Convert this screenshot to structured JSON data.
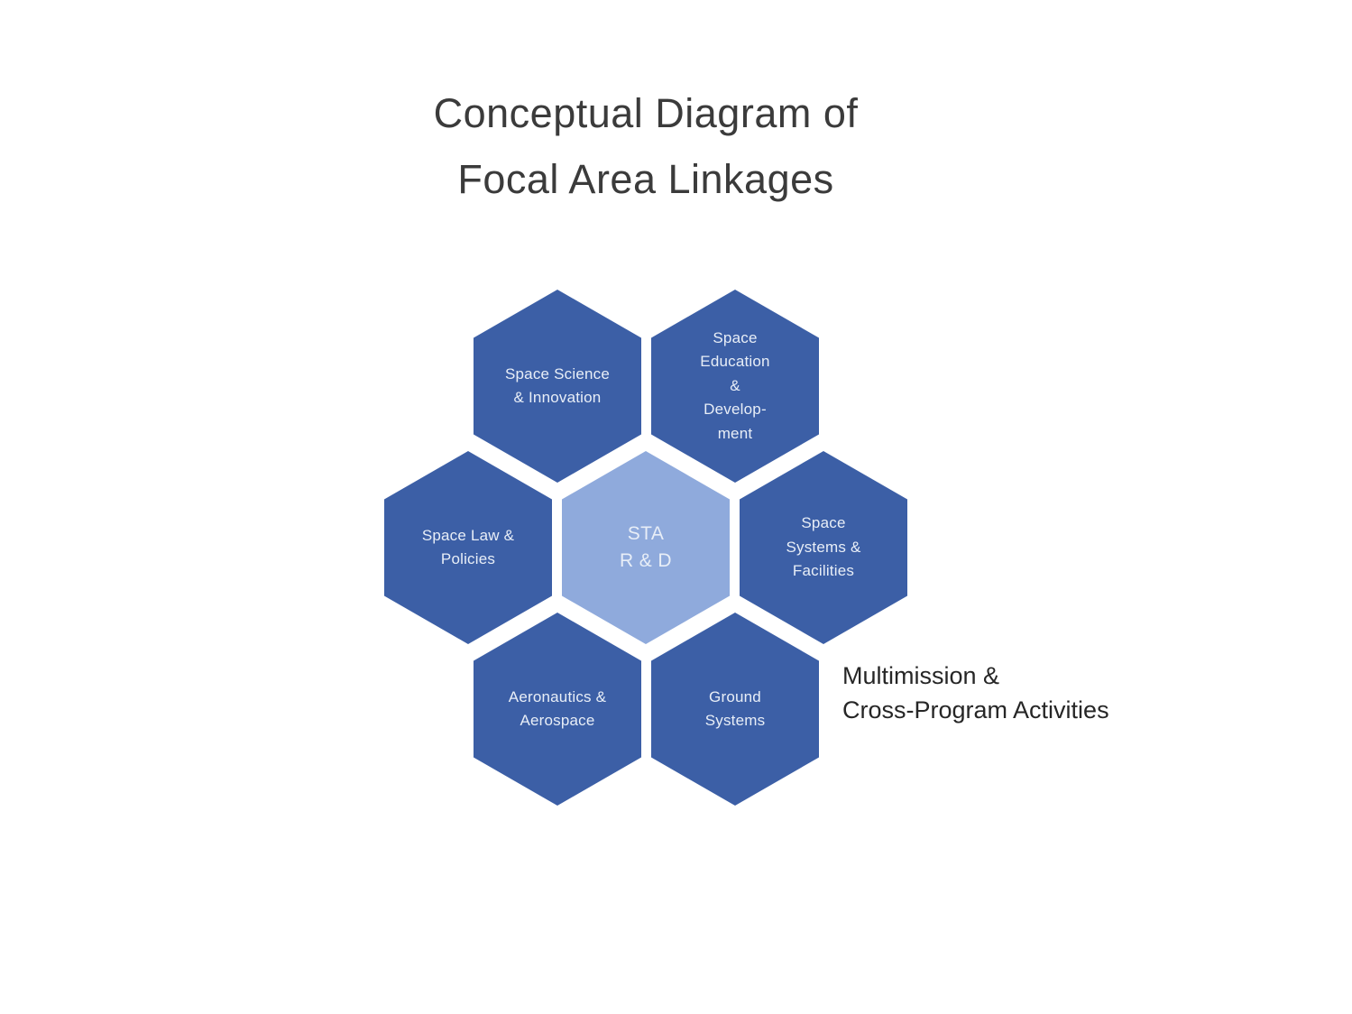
{
  "title": "Conceptual Diagram of\nFocal Area Linkages",
  "annotation": "Multimission &\nCross-Program Activities",
  "hexagons": [
    {
      "label": "Space Science\n& Innovation",
      "role": "focal-area"
    },
    {
      "label": "Space\nEducation\n&\nDevelop-\nment",
      "role": "focal-area"
    },
    {
      "label": "Space Law &\nPolicies",
      "role": "focal-area"
    },
    {
      "label": "STA\nR & D",
      "role": "core"
    },
    {
      "label": "Space\nSystems &\nFacilities",
      "role": "focal-area"
    },
    {
      "label": "Aeronautics &\nAerospace",
      "role": "focal-area"
    },
    {
      "label": "Ground\nSystems",
      "role": "focal-area"
    }
  ],
  "colors": {
    "focal_hex_fill": "#3c5fa6",
    "core_hex_fill": "#8faadc",
    "hex_text": "#e8eef7",
    "title_text": "#3b3b3b",
    "annotation_text": "#262626",
    "background": "#ffffff"
  }
}
